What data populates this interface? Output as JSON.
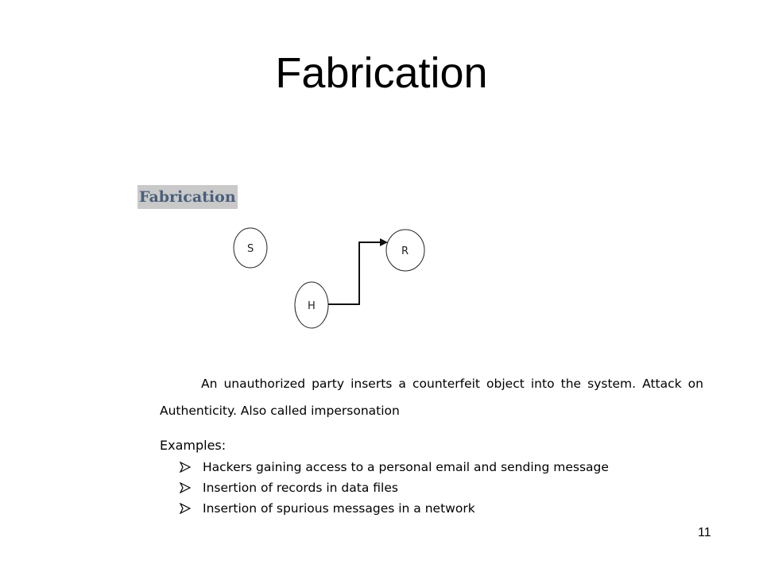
{
  "slide": {
    "title": "Fabrication",
    "page_number": "11"
  },
  "section": {
    "heading": "Fabrication"
  },
  "diagram": {
    "nodes": [
      {
        "id": "S",
        "label": "S"
      },
      {
        "id": "R",
        "label": "R"
      },
      {
        "id": "H",
        "label": "H"
      }
    ],
    "edges": [
      {
        "from": "H",
        "to": "R",
        "arrow": true
      }
    ]
  },
  "body": {
    "paragraph": "An unauthorized party inserts a counterfeit object into the system. Attack on Authenticity. Also called impersonation"
  },
  "examples": {
    "heading": "Examples:",
    "bullet_icon": "arrow-bullet-icon",
    "items": [
      "Hackers gaining access to a personal email and sending message",
      "Insertion of records in data files",
      "Insertion of spurious messages in a network"
    ]
  }
}
